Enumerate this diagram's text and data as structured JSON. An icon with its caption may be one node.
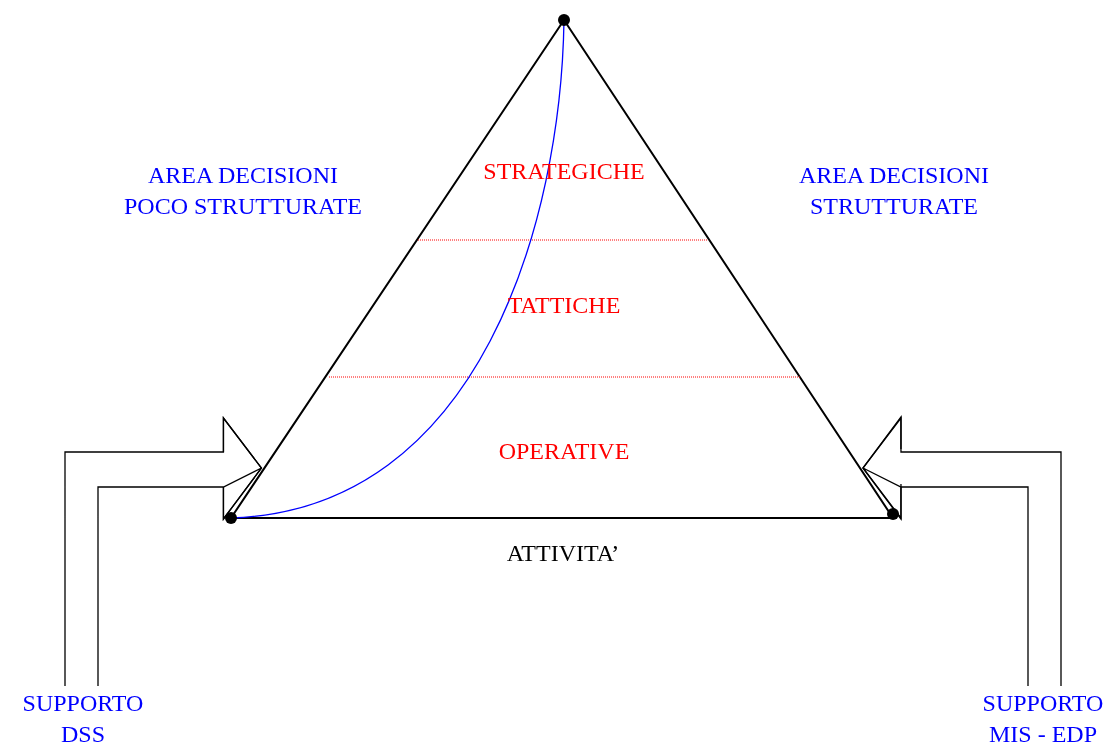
{
  "diagram": {
    "nodes": [
      {
        "text": [],
        "shape": "triangle"
      },
      {
        "text": [
          "STRATEGICHE"
        ],
        "in": 0
      },
      {
        "text": [
          "TATTICHE"
        ],
        "in": 0
      },
      {
        "text": [
          "OPERATIVE"
        ],
        "in": 0
      },
      {
        "text": [
          "SUPPORTO DSS"
        ]
      },
      {
        "text": [
          "SUPPORTO MIS - EDP"
        ]
      }
    ],
    "edges": [
      {
        "from": 4,
        "to": 0,
        "arrow": "to"
      },
      {
        "from": 5,
        "to": 0,
        "arrow": "to"
      }
    ],
    "labels": [
      "AREA DECISIONI POCO STRUTTURATE",
      "AREA DECISIONI STRUTTURATE",
      "ATTIVITA’"
    ]
  }
}
